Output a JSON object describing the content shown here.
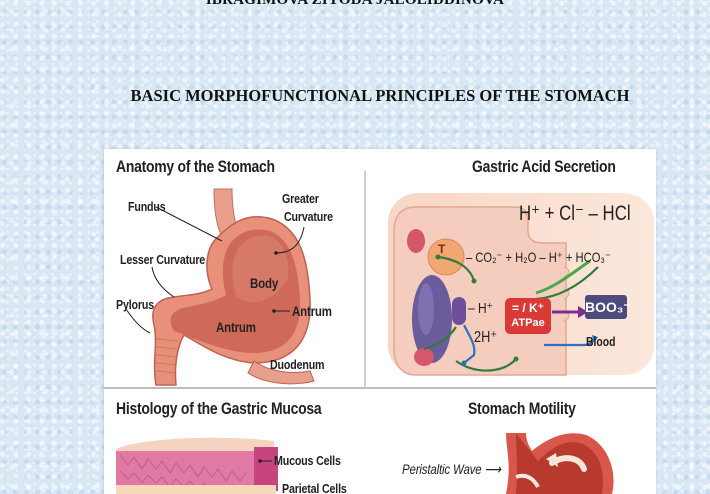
{
  "document": {
    "author": "IBRAGIMOVA ZIYODA JALOLIDDINOVA",
    "title": "BASIC MORPHOFUNCTIONAL PRINCIPLES OF THE STOMACH"
  },
  "figure": {
    "panels": [
      {
        "title": "Anatomy of the Stomach",
        "labels": {
          "fundus": "Fundus",
          "greater_curvature_1": "Greater",
          "greater_curvature_2": "Curvature",
          "lesser_curvature": "Lesser Curvature",
          "body": "Body",
          "pylorus": "Pylorus",
          "antrum_right": "Antrum",
          "antrum_inner": "Antrum",
          "duodenum": "Duodenum"
        }
      },
      {
        "title": "Gastric Acid Secretion",
        "labels": {
          "hcl_equation": "H⁺ + Cl⁻ – HCl",
          "co2_equation": "– CO₂⁻ + H₂O – H⁺ + HCO₃⁻",
          "h_plus": "– H⁺",
          "atpase_line1": "= / K⁺",
          "atpase_line2": "ATPae",
          "boo3": "BOO₃⁻",
          "two_h_plus": "2H⁺",
          "blood": "Blood"
        }
      },
      {
        "title": "Histology of the Gastric Mucosa",
        "labels": {
          "mucous_cells": "Mucous Cells",
          "parietal_cells": "Parietal Cells"
        }
      },
      {
        "title": "Stomach Motility",
        "labels": {
          "peristaltic_wave": "Peristaltic Wave ⟶"
        }
      }
    ]
  },
  "colors": {
    "page_background": "#d9e7f5",
    "stomach_outer": "#e8907a",
    "stomach_inner": "#c9574a",
    "cell_body": "#f7d9cc",
    "atpase_red": "#d93a36",
    "boo3_purple": "#4d4a7c",
    "arrow_green": "#2e7d3a",
    "arrow_blue": "#2f6fc0"
  }
}
